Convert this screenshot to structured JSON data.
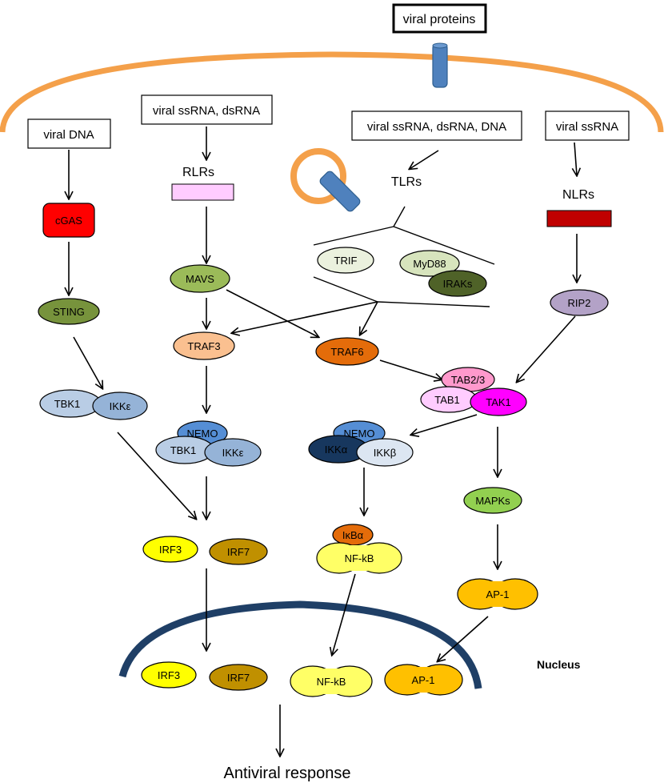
{
  "colors": {
    "membrane": "#f4a04a",
    "nucleus": "#1f3f66",
    "receptor": "#4f81bd",
    "arrow": "#000000"
  },
  "inputs": {
    "viral_proteins": "viral proteins",
    "viral_dna": "viral DNA",
    "viral_ssrna_dsrna": "viral ssRNA, dsRNA",
    "viral_ssrna_dsrna_dna": "viral ssRNA, dsRNA, DNA",
    "viral_ssrna": "viral ssRNA"
  },
  "receptor_families": {
    "rlrs": "RLRs",
    "tlrs": "TLRs",
    "nlrs": "NLRs"
  },
  "nodes": {
    "cgas": "cGAS",
    "sting": "STING",
    "tbk1": "TBK1",
    "ikk_epsilon": "IKKε",
    "mavs": "MAVS",
    "traf3": "TRAF3",
    "trif": "TRIF",
    "myd88": "MyD88",
    "iraks": "IRAKs",
    "traf6": "TRAF6",
    "rip2": "RIP2",
    "tab2_3": "TAB2/3",
    "tab1": "TAB1",
    "tak1": "TAK1",
    "nemo": "NEMO",
    "ikk_alpha": "IKKα",
    "ikk_beta": "IKKβ",
    "irf3": "IRF3",
    "irf7": "IRF7",
    "ikb_alpha": "IκBα",
    "nf_kb": "NF-kB",
    "mapks": "MAPKs",
    "ap_1": "AP-1"
  },
  "nucleus_label": "Nucleus",
  "output_label": "Antiviral response"
}
